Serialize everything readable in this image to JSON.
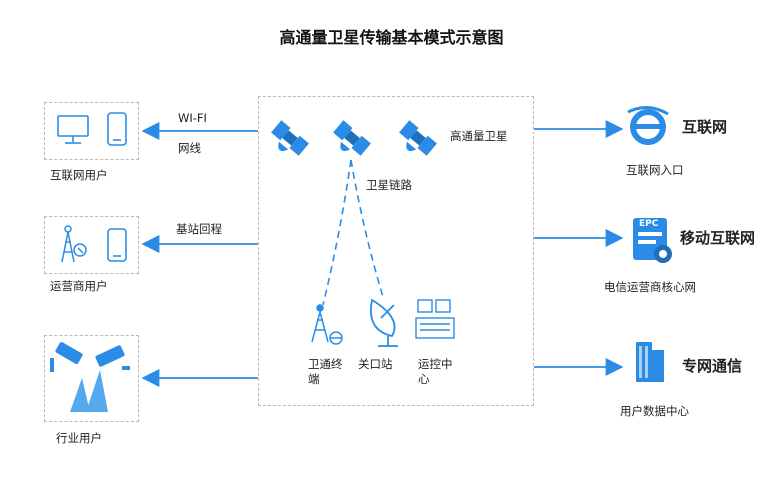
{
  "title": "高通量卫星传输基本模式示意图",
  "left": {
    "internet_users": "互联网用户",
    "operator_users": "运营商用户",
    "industry_users": "行业用户",
    "wifi": "WI-FI",
    "network_cable": "网线",
    "base_station_backhaul": "基站回程"
  },
  "center": {
    "satellite": "高通量卫星",
    "satellite_link": "卫星链路",
    "terminal_line1": "卫通终",
    "terminal_line2": "端",
    "gateway": "关口站",
    "ops_center_line1": "运控中",
    "ops_center_line2": "心"
  },
  "right": {
    "internet": "互联网",
    "internet_entry": "互联网入口",
    "epc": "EPC",
    "mobile_internet": "移动互联网",
    "telecom_core": "电信运营商核心网",
    "private_network": "专网通信",
    "user_datacenter": "用户数据中心"
  },
  "colors": {
    "accent": "#2a8ce6",
    "accent_light": "#56a8ee",
    "dashed_border": "#b9b9b9"
  }
}
